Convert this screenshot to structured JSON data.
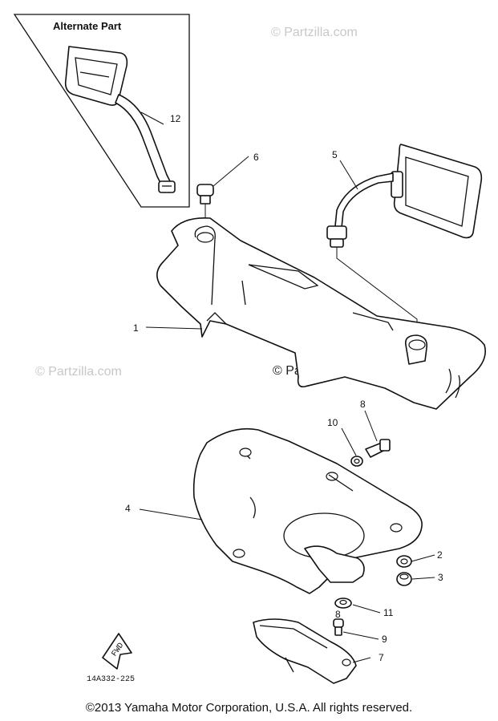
{
  "alternate_part": {
    "title": "Alternate Part"
  },
  "watermarks": {
    "top": "© Partzilla.com",
    "left": "© Partzilla.com",
    "center": "© Partzilla.com"
  },
  "callouts": {
    "c1": "1",
    "c2": "2",
    "c3": "3",
    "c4": "4",
    "c5": "5",
    "c6": "6",
    "c7": "7",
    "c8a": "8",
    "c8b": "8",
    "c9": "9",
    "c10": "10",
    "c11": "11",
    "c12": "12"
  },
  "fwd_label": "FWD",
  "diagram_code": "14A332-225",
  "copyright": "©2013  Yamaha Motor Corporation, U.S.A. All rights reserved."
}
